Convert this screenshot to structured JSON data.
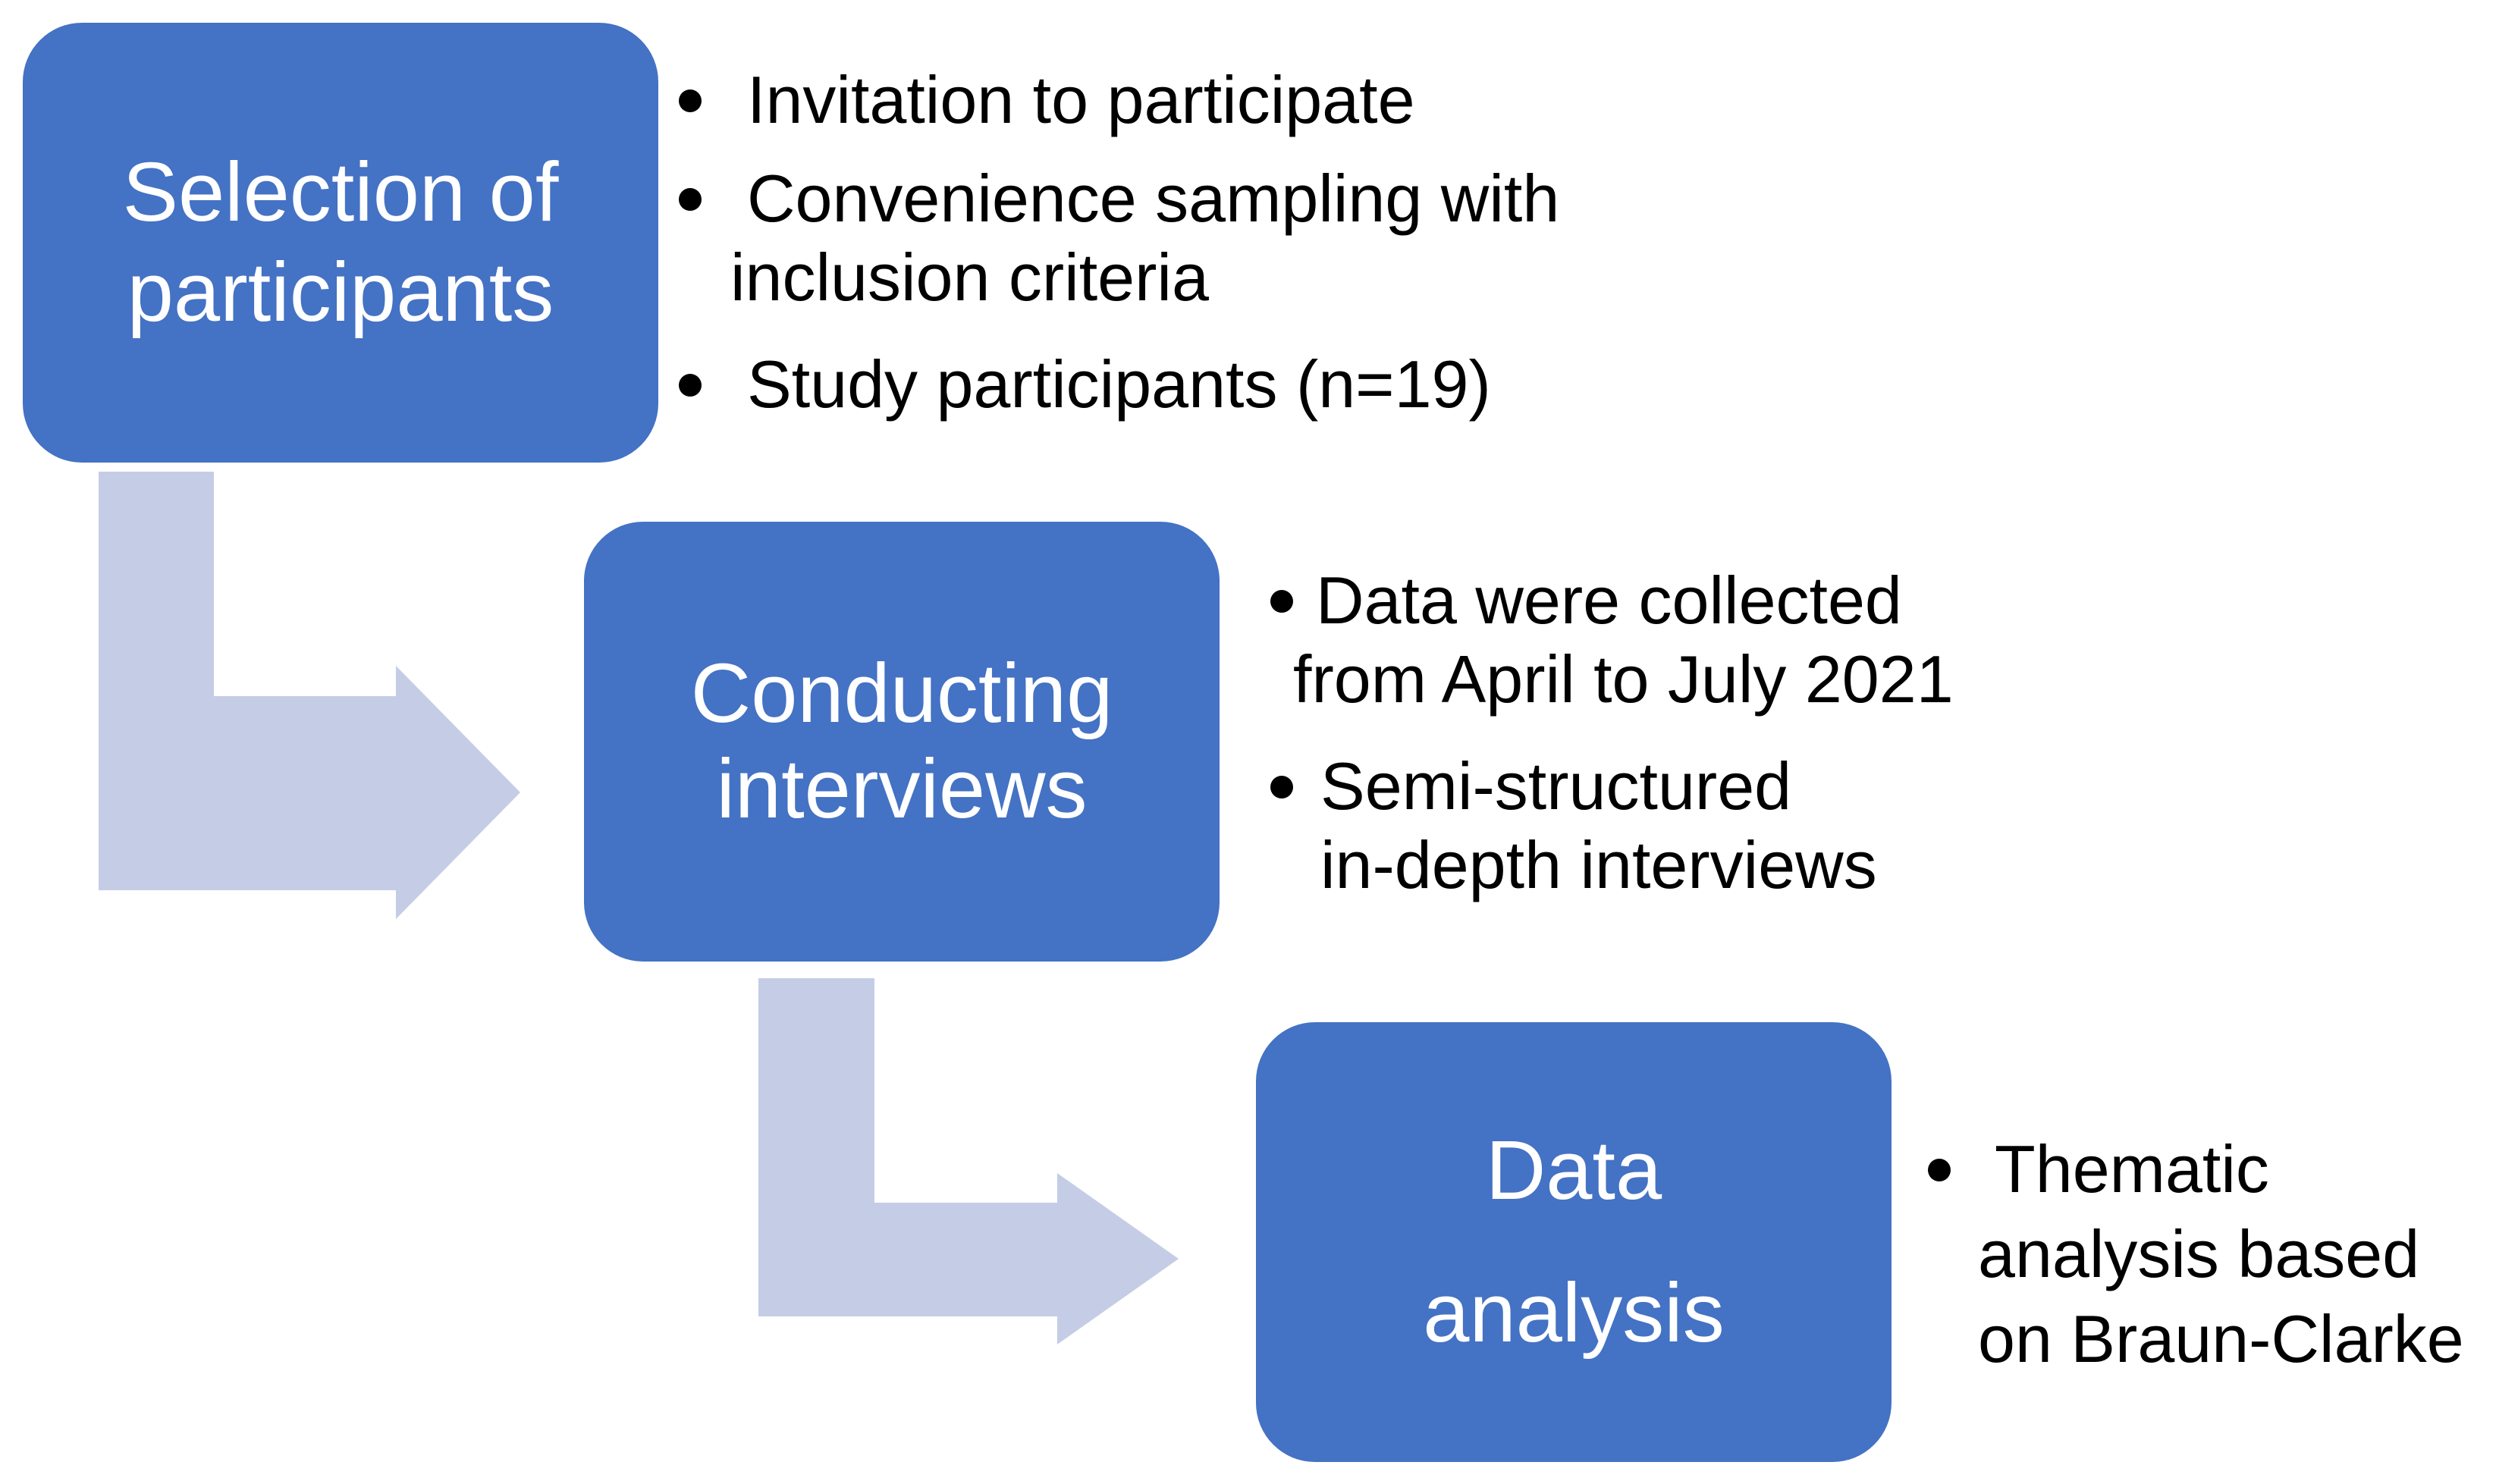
{
  "colors": {
    "box_fill": "#4472c4",
    "box_text": "#ffffff",
    "arrow_fill": "#c5cde6",
    "bullet_text": "#000000"
  },
  "steps": [
    {
      "title_lines": [
        "Selection of",
        "participants"
      ],
      "bullets": [
        {
          "lines": [
            "Invitation to participate"
          ]
        },
        {
          "lines": [
            "Convenience sampling with",
            "inclusion criteria"
          ]
        },
        {
          "lines": [
            "Study participants (n=19)"
          ]
        }
      ]
    },
    {
      "title_lines": [
        "Conducting",
        "interviews"
      ],
      "bullets": [
        {
          "lines": [
            "Data were collected",
            "from April to July 2021"
          ]
        },
        {
          "lines": [
            "Semi-structured",
            "in-depth interviews"
          ]
        }
      ]
    },
    {
      "title_lines": [
        "Data",
        "analysis"
      ],
      "bullets": [
        {
          "lines": [
            "Thematic",
            "analysis based",
            "on Braun-Clarke"
          ]
        }
      ]
    }
  ],
  "connectors": [
    {
      "from": "Selection of participants",
      "to": "Conducting interviews",
      "icon": "bent-arrow-icon"
    },
    {
      "from": "Conducting interviews",
      "to": "Data analysis",
      "icon": "bent-arrow-icon"
    }
  ]
}
